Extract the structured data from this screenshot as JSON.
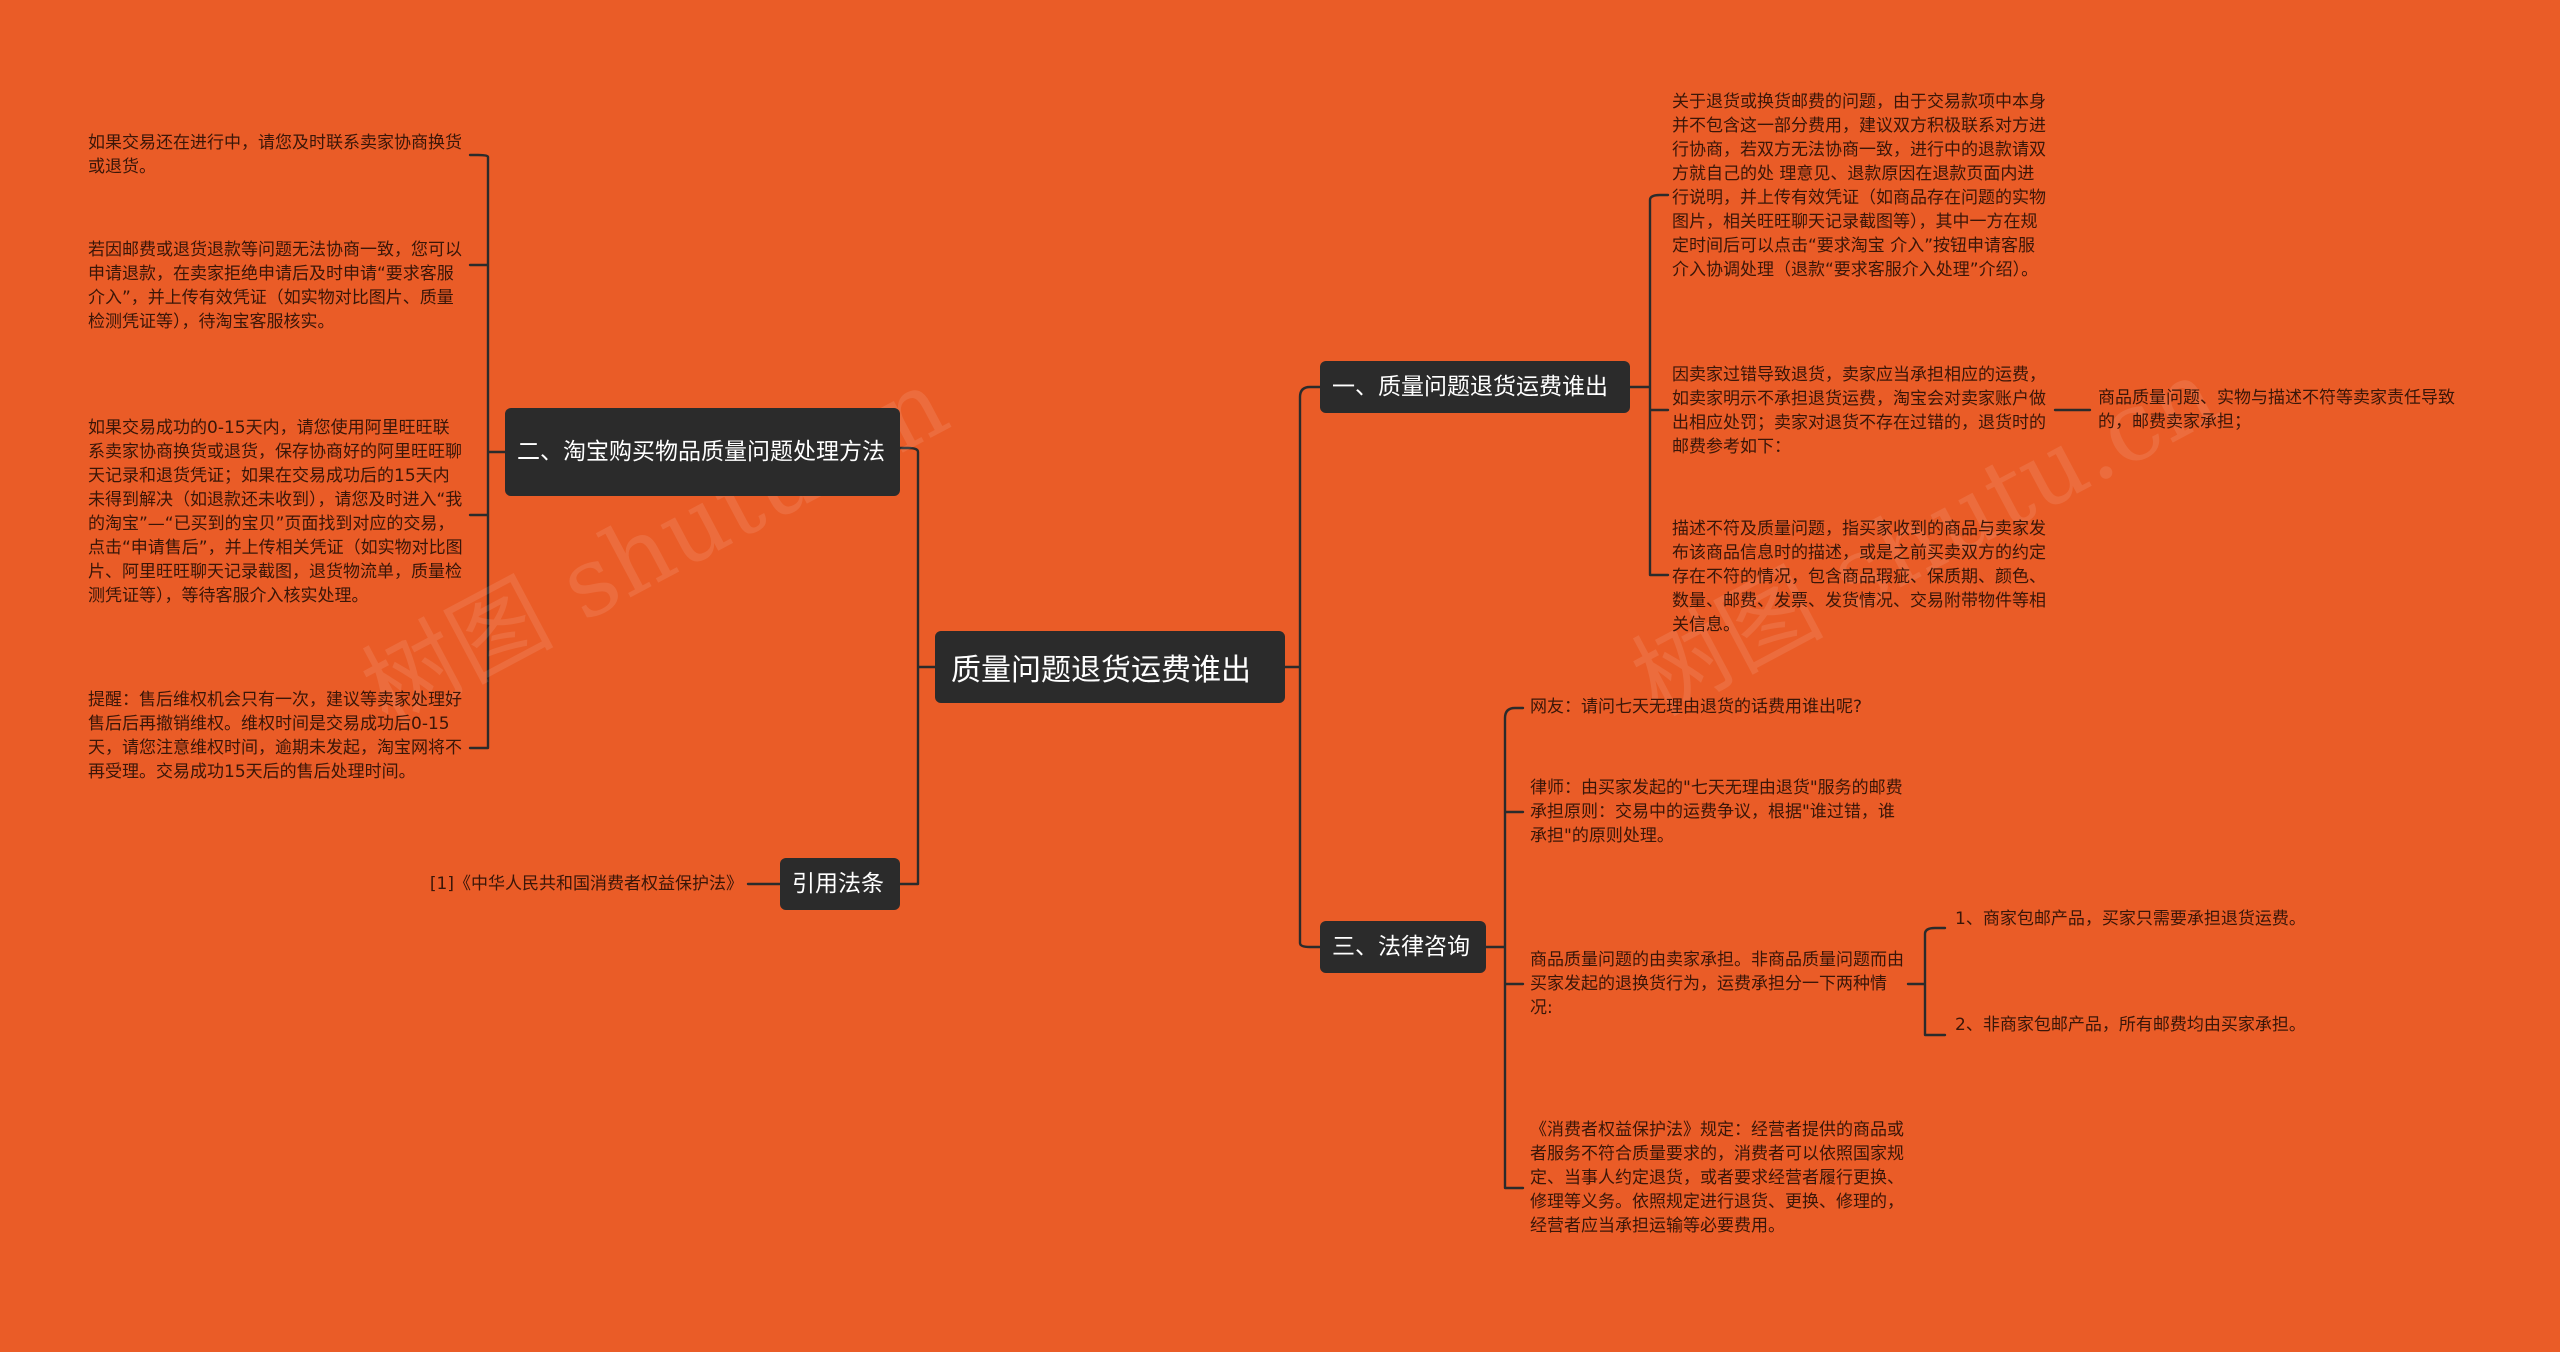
{
  "root": {
    "title": "质量问题退货运费谁出"
  },
  "branch_left_1": {
    "title": "二、淘宝购买物品质量问题处理方法",
    "leaves": [
      "如果交易还在进行中，请您及时联系卖家协商换货或退货。",
      "若因邮费或退货退款等问题无法协商一致，您可以申请退款，在卖家拒绝申请后及时申请“要求客服介入”，并上传有效凭证（如实物对比图片、质量检测凭证等），待淘宝客服核实。",
      "如果交易成功的0-15天内，请您使用阿里旺旺联系卖家协商换货或退货，保存协商好的阿里旺旺聊天记录和退货凭证；如果在交易成功后的15天内未得到解决（如退款还未收到），请您及时进入“我的淘宝”—“已买到的宝贝”页面找到对应的交易，点击“申请售后”，并上传相关凭证（如实物对比图片、阿里旺旺聊天记录截图，退货物流单，质量检测凭证等），等待客服介入核实处理。",
      "提醒：售后维权机会只有一次，建议等卖家处理好售后后再撤销维权。维权时间是交易成功后0-15天，请您注意维权时间，逾期未发起，淘宝网将不再受理。交易成功15天后的售后处理时间。"
    ]
  },
  "branch_left_2": {
    "title": "引用法条",
    "leaves": [
      "[1]《中华人民共和国消费者权益保护法》"
    ]
  },
  "branch_right_1": {
    "title": "一、质量问题退货运费谁出",
    "leaves": [
      "关于退货或换货邮费的问题，由于交易款项中本身并不包含这一部分费用，建议双方积极联系对方进行协商，若双方无法协商一致，进行中的退款请双方就自己的处 理意见、退款原因在退款页面内进行说明，并上传有效凭证（如商品存在问题的实物图片，相关旺旺聊天记录截图等），其中一方在规定时间后可以点击“要求淘宝 介入”按钮申请客服介入协调处理（退款“要求客服介入处理”介绍）。",
      "因卖家过错导致退货，卖家应当承担相应的运费，如卖家明示不承担退货运费，淘宝会对卖家账户做出相应处罚；卖家对退货不存在过错的，退货时的邮费参考如下：",
      "描述不符及质量问题，指买家收到的商品与卖家发布该商品信息时的描述，或是之前买卖双方的约定存在不符的情况，包含商品瑕疵、保质期、颜色、数量、邮费、发票、发货情况、交易附带物件等相关信息。"
    ],
    "sub_leaf": "商品质量问题、实物与描述不符等卖家责任导致的，邮费卖家承担；"
  },
  "branch_right_2": {
    "title": "三、法律咨询",
    "leaves": [
      "网友：请问七天无理由退货的话费用谁出呢?",
      "律师：由买家发起的\"七天无理由退货\"服务的邮费承担原则：交易中的运费争议，根据\"谁过错，谁承担\"的原则处理。",
      "商品质量问题的由卖家承担。非商品质量问题而由买家发起的退换货行为，运费承担分一下两种情况:",
      "《消费者权益保护法》规定：经营者提供的商品或者服务不符合质量要求的，消费者可以依照国家规定、当事人约定退货，或者要求经营者履行更换、修理等义务。依照规定进行退货、更换、修理的，经营者应当承担运输等必要费用。"
    ],
    "sub_leaves": [
      "1、商家包邮产品，买家只需要承担退货运费。",
      "2、非商家包邮产品，所有邮费均由买家承担。"
    ]
  },
  "watermarks": [
    "树图 shutu.cn",
    "树图 shutu.cn"
  ],
  "colors": {
    "background": "#ea5c27",
    "node": "#2b2b2b",
    "line": "#2b2b2b",
    "leaf_text": "#3a1608"
  }
}
